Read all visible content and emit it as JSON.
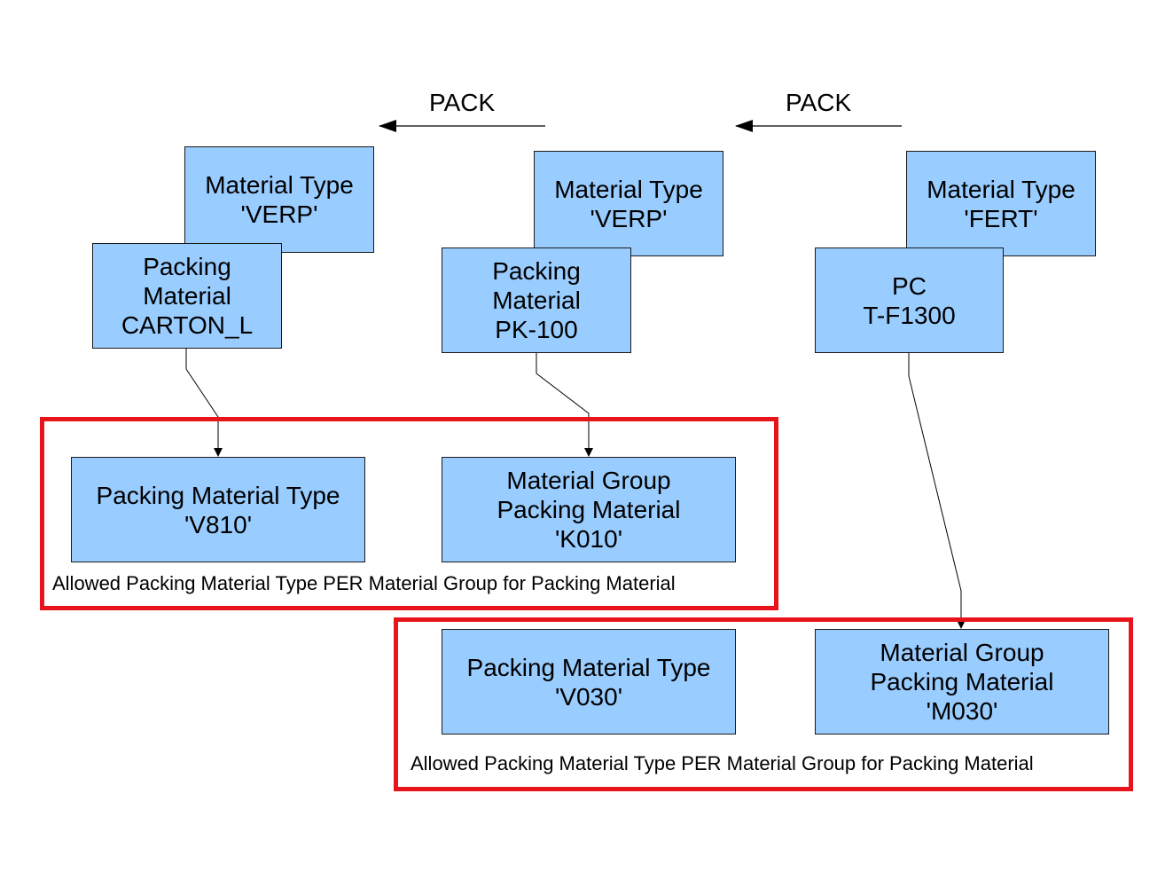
{
  "pack_labels": [
    "PACK",
    "PACK"
  ],
  "material_type_boxes": [
    {
      "line1": "Material Type",
      "line2": "'VERP'"
    },
    {
      "line1": "Material Type",
      "line2": "'VERP'"
    },
    {
      "line1": "Material Type",
      "line2": "'FERT'"
    }
  ],
  "material_boxes": [
    {
      "line1": "Packing",
      "line2": "Material",
      "line3": "CARTON_L"
    },
    {
      "line1": "Packing",
      "line2": "Material",
      "line3": "PK-100"
    },
    {
      "line1": "PC",
      "line2": "T-F1300"
    }
  ],
  "group1": {
    "packing_material_type": {
      "line1": "Packing Material Type",
      "line2": "'V810'"
    },
    "material_group": {
      "line1": "Material Group",
      "line2": "Packing Material",
      "line3": "'K010'"
    },
    "caption": "Allowed Packing Material Type PER Material Group for Packing Material"
  },
  "group2": {
    "packing_material_type": {
      "line1": "Packing Material Type",
      "line2": "'V030'"
    },
    "material_group": {
      "line1": "Material Group",
      "line2": "Packing Material",
      "line3": "'M030'"
    },
    "caption": "Allowed Packing Material Type PER Material Group for Packing Material"
  },
  "colors": {
    "box_fill": "#99ccff",
    "group_border": "#e8141c"
  }
}
